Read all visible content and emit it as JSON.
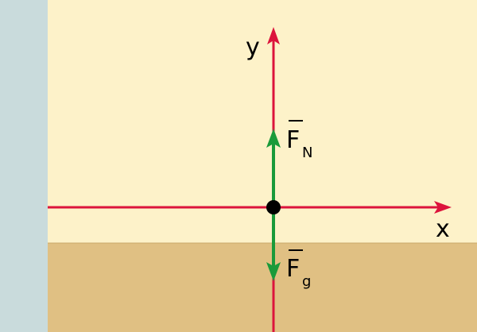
{
  "labels": {
    "y_axis": "y",
    "x_axis": "x",
    "normal_force": {
      "symbol": "F",
      "subscript": "N"
    },
    "gravity_force": {
      "symbol": "F",
      "subscript": "g"
    }
  },
  "colors": {
    "wall": "#c9dbdc",
    "background": "#fdf2c9",
    "ground": "#e0c083",
    "ground_edge": "#c9a86a",
    "axis": "#dc143c",
    "force": "#1a9a3a",
    "point": "#000000",
    "text": "#000000"
  }
}
